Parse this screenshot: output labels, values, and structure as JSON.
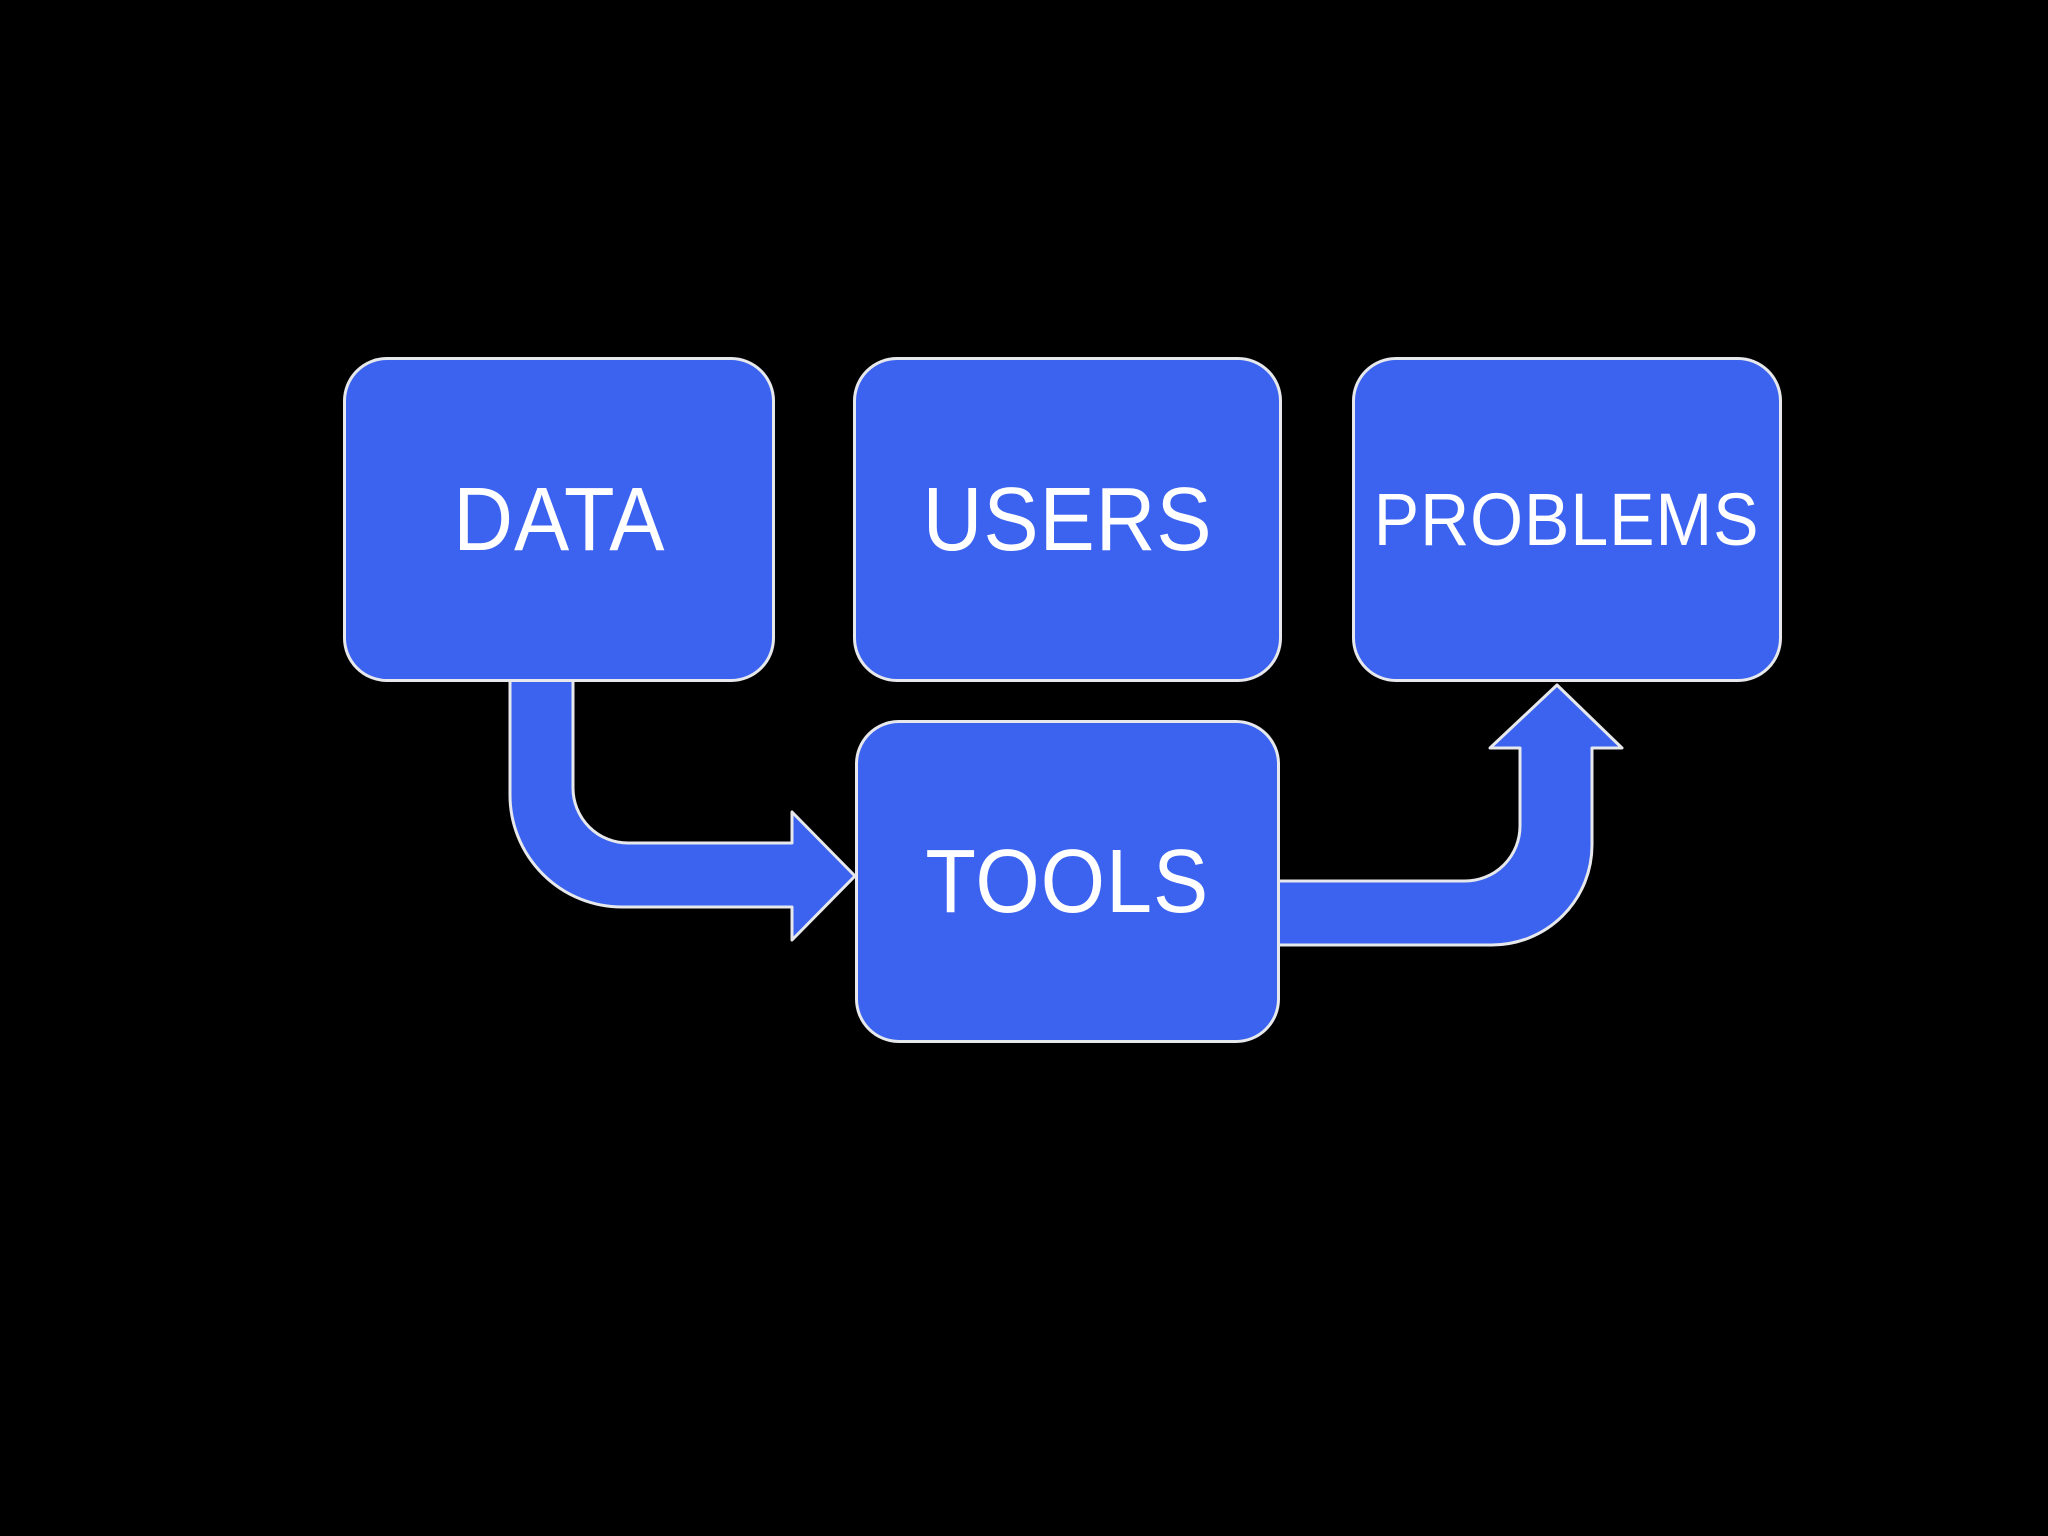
{
  "colors": {
    "background": "#000000",
    "node_fill": "#3B63F0",
    "node_border": "#E6E8EC",
    "label_text": "#FFFFFF"
  },
  "nodes": [
    {
      "id": "data",
      "label": "DATA"
    },
    {
      "id": "users",
      "label": "USERS"
    },
    {
      "id": "problems",
      "label": "PROBLEMS"
    },
    {
      "id": "tools",
      "label": "TOOLS"
    }
  ],
  "edges": [
    {
      "from": "data",
      "to": "tools",
      "shape": "elbow-down-right-arrow"
    },
    {
      "from": "tools",
      "to": "problems",
      "shape": "elbow-right-up-arrow"
    }
  ]
}
